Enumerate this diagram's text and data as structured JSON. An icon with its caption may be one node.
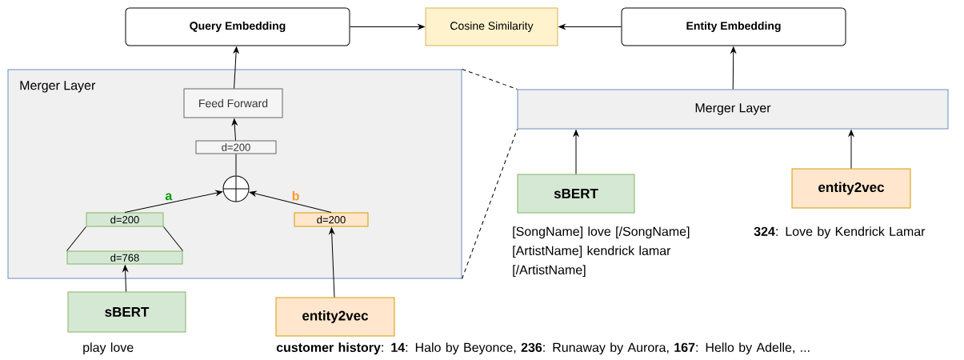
{
  "diagram": {
    "nodes": [
      {
        "text": [
          "Query Embedding"
        ]
      },
      {
        "text": [
          "Cosine Similarity"
        ]
      },
      {
        "text": [
          "Entity Embedding"
        ]
      },
      {
        "text": [
          "Merger Layer"
        ]
      },
      {
        "text": [
          "Feed Forward"
        ],
        "in": 3
      },
      {
        "text": [
          "d=200"
        ],
        "in": 3
      },
      {
        "text": [],
        "shape": "circle",
        "in": 3
      },
      {
        "text": [
          "d=200"
        ],
        "in": 3
      },
      {
        "text": [
          "d=768"
        ],
        "in": 3
      },
      {
        "text": [
          "d=200"
        ],
        "in": 3
      },
      {
        "text": [
          "sBERT"
        ],
        "beside": [
          "play love"
        ]
      },
      {
        "text": [
          "entity2vec"
        ],
        "beside": [
          "**customer history**: **14**: Halo by Beyonce, **236**: Runaway by Aurora, **167**: Hello by Adelle, ..."
        ]
      },
      {
        "text": [
          "Merger Layer"
        ]
      },
      {
        "text": [
          "sBERT"
        ],
        "beside": [
          "[SongName] love [/SongName] [ArtistName] kendrick lamar [/ArtistName]"
        ]
      },
      {
        "text": [
          "entity2vec"
        ],
        "beside": [
          "**324**: Love by Kendrick Lamar"
        ]
      }
    ],
    "edges": [
      {
        "from": 0,
        "to": 1,
        "arrow": "to"
      },
      {
        "from": 2,
        "to": 1,
        "arrow": "to"
      },
      {
        "from": 4,
        "to": 0,
        "arrow": "to"
      },
      {
        "from": 5,
        "to": 4,
        "arrow": "to"
      },
      {
        "from": 6,
        "to": 5,
        "arrow": "none"
      },
      {
        "from": 7,
        "to": 6,
        "arrow": "to",
        "label": "a"
      },
      {
        "from": 9,
        "to": 6,
        "arrow": "to",
        "label": "b"
      },
      {
        "from": 8,
        "to": 7,
        "arrow": "none"
      },
      {
        "from": 8,
        "to": 7,
        "arrow": "none"
      },
      {
        "from": 10,
        "to": 8,
        "arrow": "to"
      },
      {
        "from": 11,
        "to": 9,
        "arrow": "to"
      },
      {
        "from": 12,
        "to": 2,
        "arrow": "to"
      },
      {
        "from": 13,
        "to": 12,
        "arrow": "to"
      },
      {
        "from": 14,
        "to": 12,
        "arrow": "to"
      },
      {
        "from": 3,
        "to": 12,
        "arrow": "none",
        "style": "dashed"
      },
      {
        "from": 3,
        "to": 12,
        "arrow": "none",
        "style": "dashed"
      }
    ]
  }
}
